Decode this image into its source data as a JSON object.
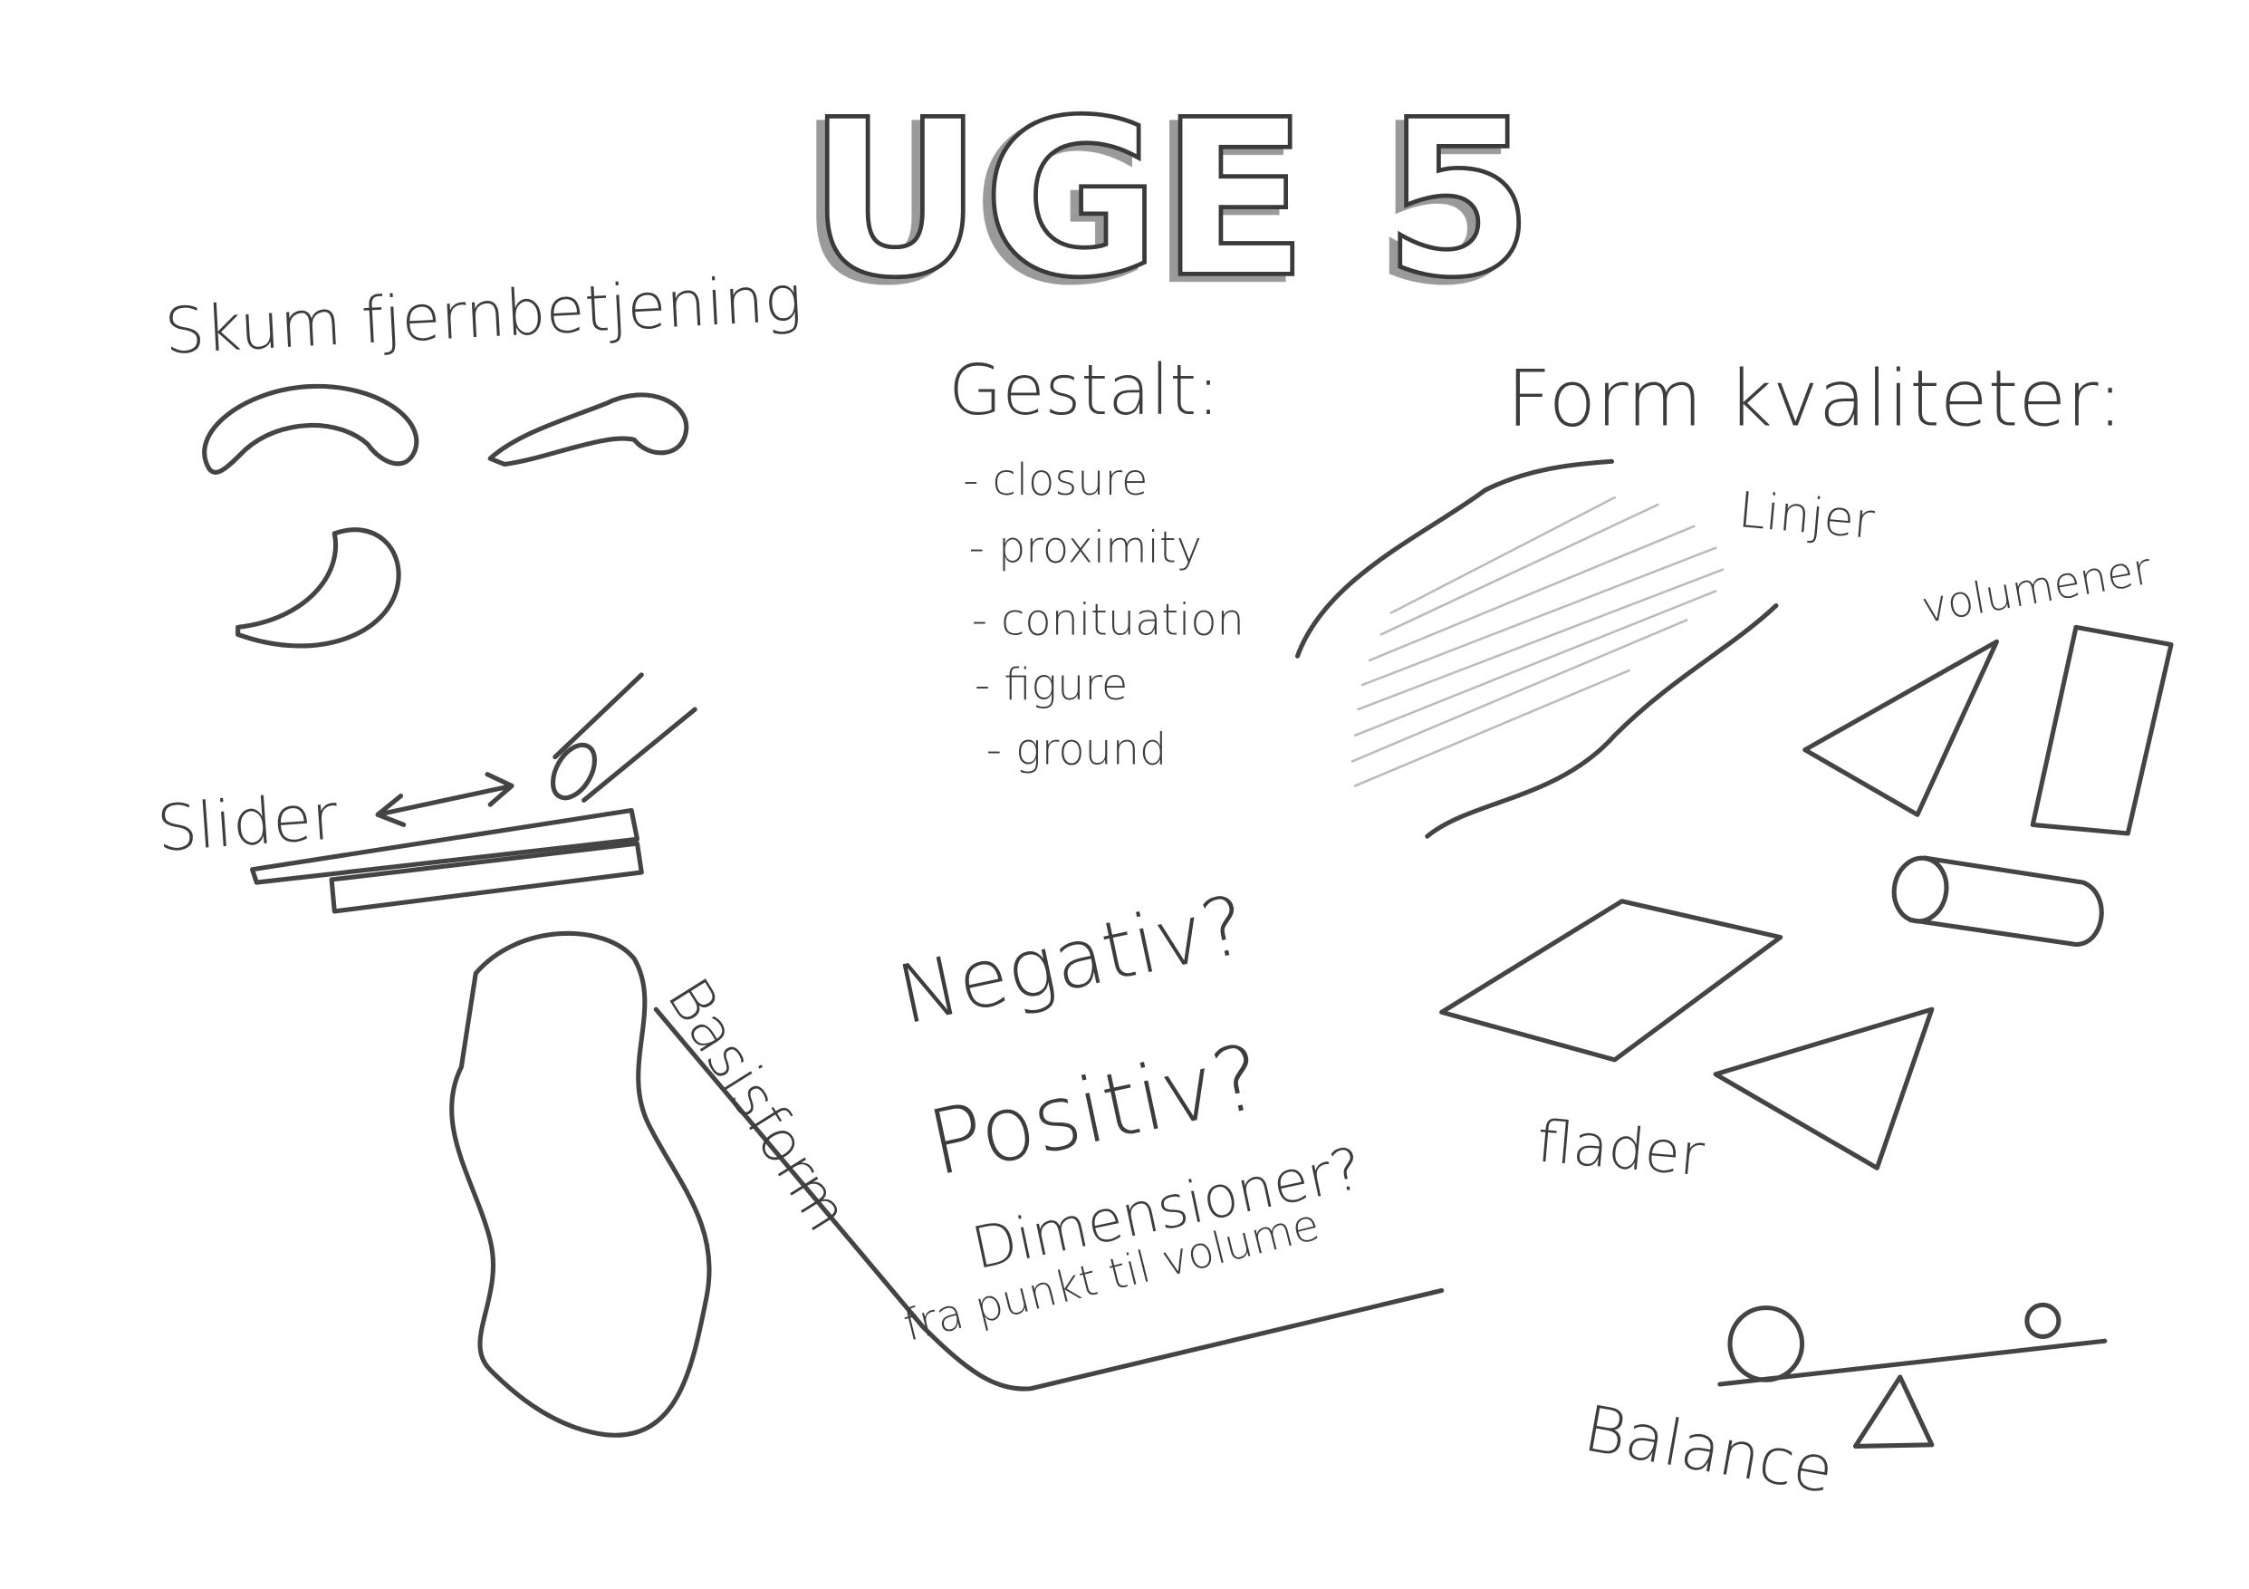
{
  "title": "UGE 5",
  "skum": {
    "label": "Skum fjernbetjening"
  },
  "slider": {
    "label": "Slider"
  },
  "basisform": {
    "label": "Basisform",
    "sub": "fra punkt til volume"
  },
  "questions": [
    "Negativ?",
    "Positiv?",
    "Dimensioner?"
  ],
  "gestalt": {
    "heading": "Gestalt:",
    "items": [
      "- closure",
      "- proximity",
      "- conituation",
      "- figure",
      "- ground"
    ]
  },
  "form": {
    "heading": "Form kvaliteter:",
    "linjer": "Linjer",
    "volumener": "volumener",
    "flader": "flader",
    "balance": "Balance"
  },
  "ink_color": "#3c3c3c"
}
